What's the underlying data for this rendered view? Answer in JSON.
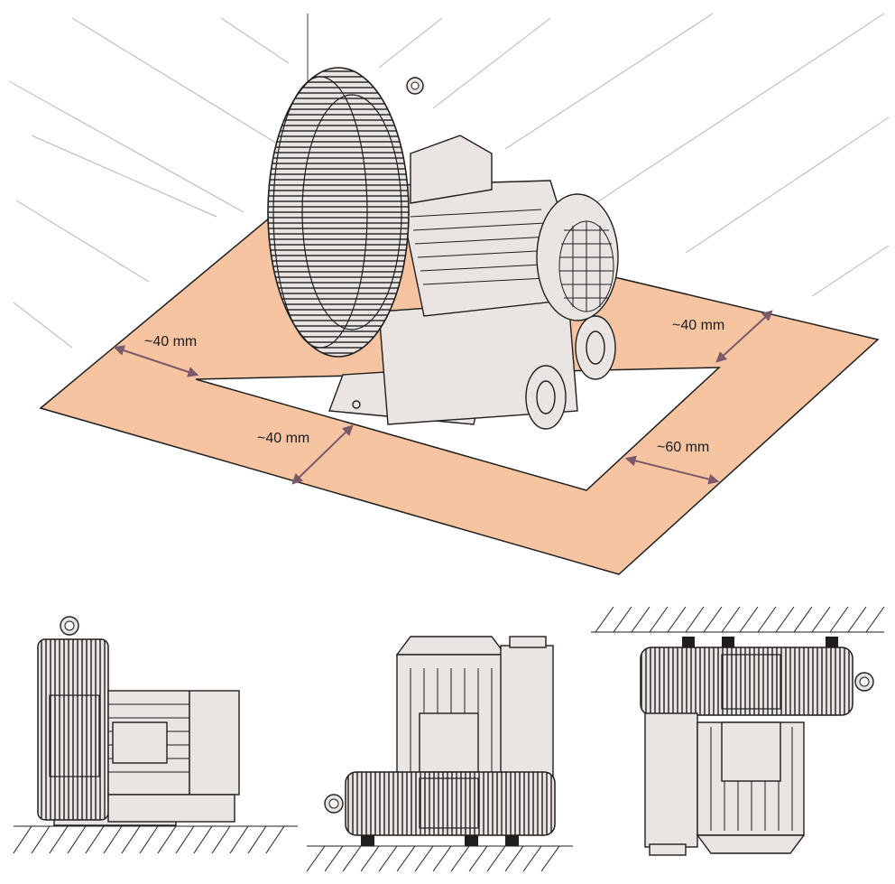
{
  "clearance_labels": {
    "left": "~40 mm",
    "front": "~40 mm",
    "right_back": "~40 mm",
    "right_front": "~60 mm"
  },
  "colors": {
    "clearance_zone": "#f6c4a0",
    "blower_body": "#eae5e2",
    "outline": "#1e1e1e",
    "dimension_arrow": "#7a5a6a",
    "wall_lines": "#b4b4b4"
  },
  "views": [
    "installation-clearance-perspective",
    "side-view-floor-mounted",
    "rear-view-floor-mounted",
    "ceiling-mounted-view"
  ]
}
